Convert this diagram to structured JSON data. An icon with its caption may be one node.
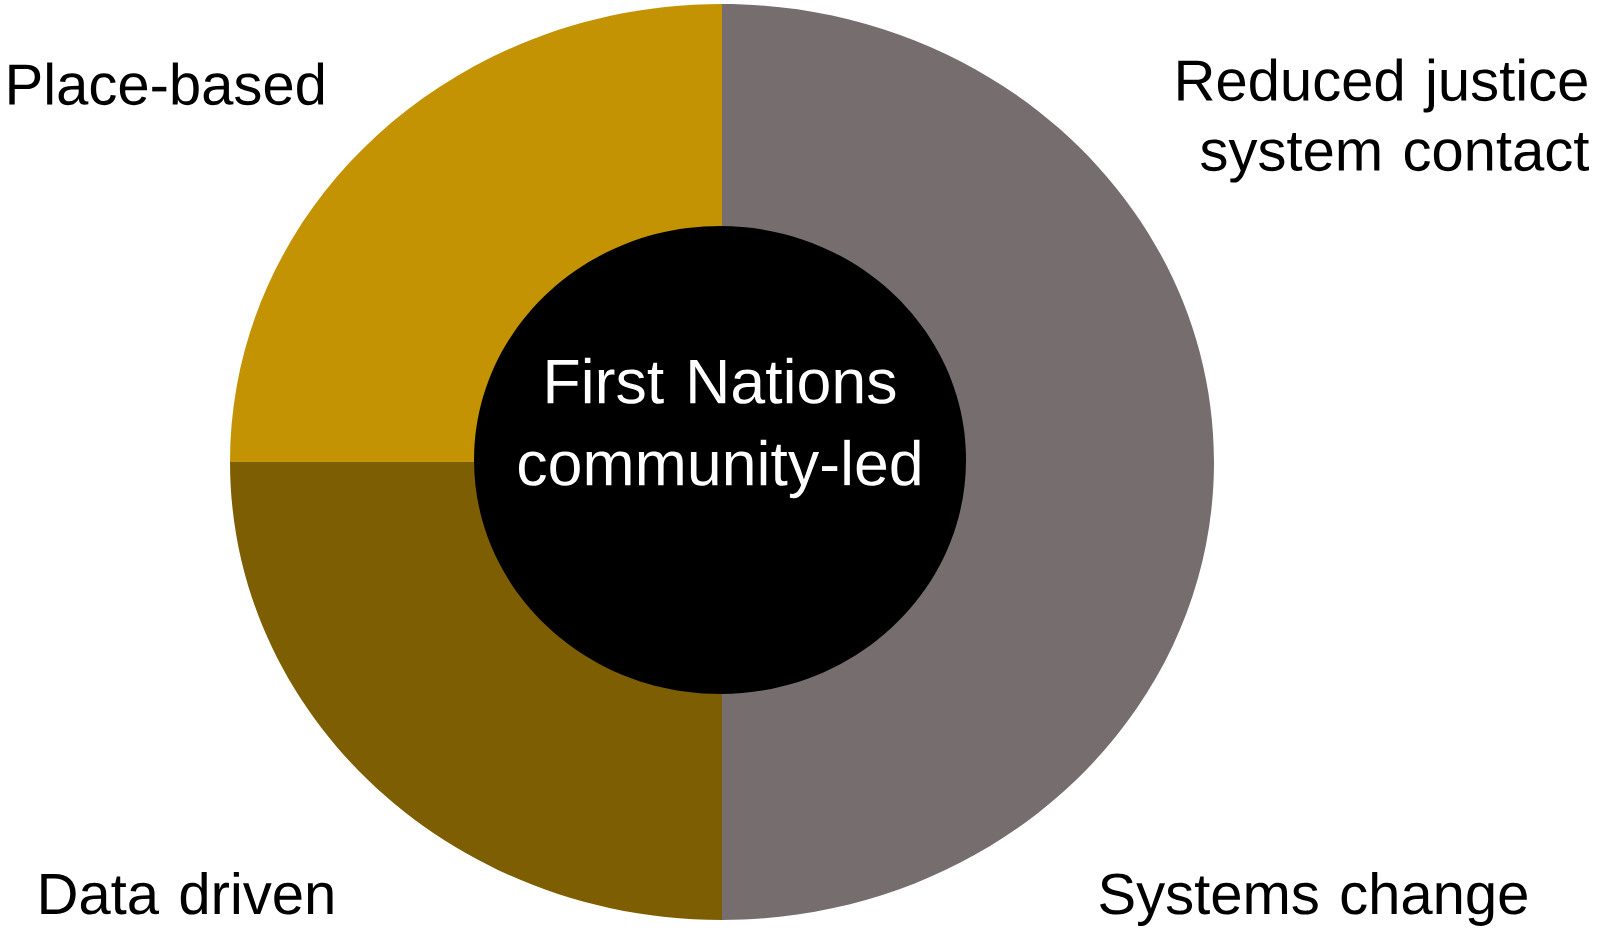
{
  "diagram": {
    "nodes": [
      {
        "text": [],
        "shape": "sector",
        "beside": [
          "Place-based"
        ]
      },
      {
        "text": [],
        "shape": "sector",
        "beside": [
          "Reduced justice system contact",
          "Systems change"
        ]
      },
      {
        "text": [],
        "shape": "sector",
        "beside": [
          "Data driven"
        ]
      },
      {
        "text": [
          "First Nations community-led"
        ]
      }
    ]
  }
}
